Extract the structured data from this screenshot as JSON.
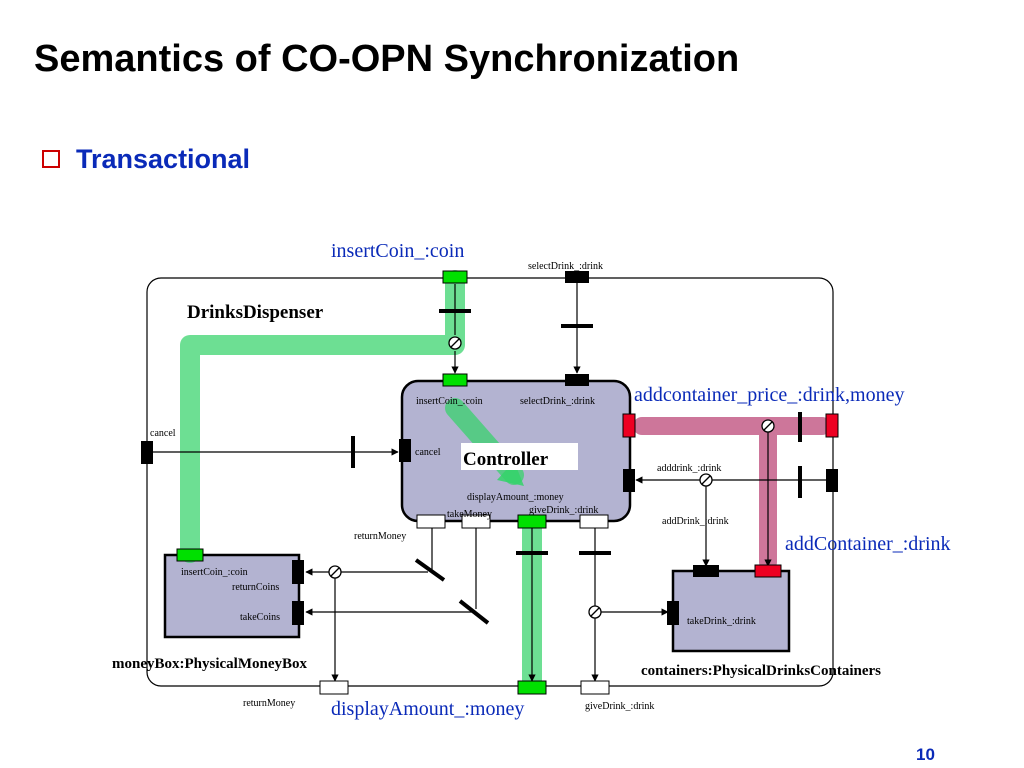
{
  "slide": {
    "title": "Semantics of CO-OPN Synchronization",
    "subtitle": "Transactional",
    "page_number": "10"
  },
  "diagram": {
    "outer_name": "DrinksDispenser",
    "controller_name": "Controller",
    "moneybox_name": "moneyBox:PhysicalMoneyBox",
    "containers_name": "containers:PhysicalDrinksContainers",
    "labels": {
      "insert_coin_big": "insertCoin_:coin",
      "select_drink_top": "selectDrink_:drink",
      "addcontainer_price": "addcontainer_price_:drink,money",
      "cancel_outer": "cancel",
      "cancel_ctrl": "cancel",
      "ctrl_insert_coin": "insertCoin_:coin",
      "ctrl_select_drink": "selectDrink_:drink",
      "ctrl_adddrink": "adddrink_:drink",
      "ctrl_display_amount": "displayAmount_:money",
      "ctrl_take_money": "takeMoney",
      "ctrl_give_drink": "giveDrink_:drink",
      "ctrl_return_money": "returnMoney",
      "add_drink_outer": "addDrink_:drink",
      "add_container": "addContainer_:drink",
      "mb_insert_coin": "insertCoin_:coin",
      "mb_return_coins": "returnCoins",
      "mb_take_coins": "takeCoins",
      "take_drink": "takeDrink_:drink",
      "return_money_bottom": "returnMoney",
      "display_amount_big": "displayAmount_:money",
      "give_drink_bottom": "giveDrink_:drink"
    },
    "colors": {
      "module_fill": "#b3b3d1",
      "green_highlight": "#4ddb7a",
      "green_gate": "#00e000",
      "magenta_highlight": "#c0507e",
      "red_gate": "#ee0022",
      "blue_text": "#0a2ab8"
    }
  }
}
